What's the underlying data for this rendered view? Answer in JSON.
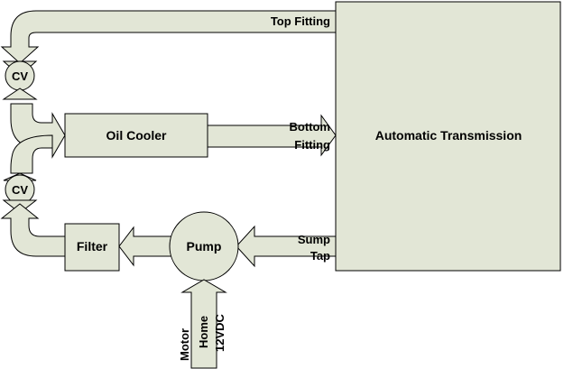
{
  "colors": {
    "fill": "#e2e6d6",
    "stroke": "#000000",
    "text": "#000000"
  },
  "boxes": {
    "transmission": "Automatic Transmission",
    "oil_cooler": "Oil Cooler",
    "filter": "Filter",
    "pump": "Pump"
  },
  "valves": {
    "upper": "CV",
    "lower": "CV"
  },
  "fittings": {
    "top": "Top Fitting",
    "bottom_line1": "Bottom",
    "bottom_line2": "Fitting",
    "sump_line1": "Sump",
    "sump_line2": "Tap"
  },
  "power": {
    "line1": "Motor",
    "line2": "Home",
    "line3": "12VDC"
  }
}
